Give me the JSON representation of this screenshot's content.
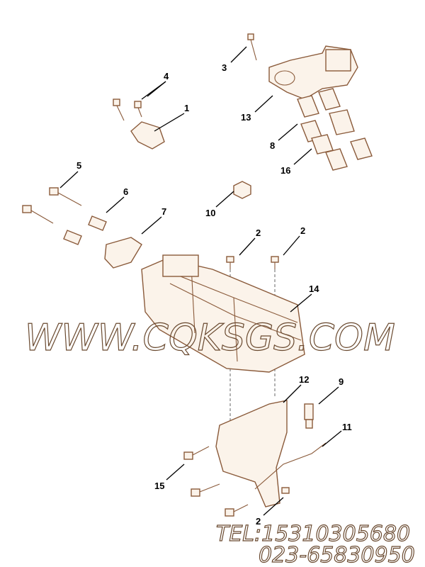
{
  "callouts": [
    {
      "label": "3"
    },
    {
      "label": "4"
    },
    {
      "label": "1"
    },
    {
      "label": "13"
    },
    {
      "label": "8"
    },
    {
      "label": "16"
    },
    {
      "label": "5"
    },
    {
      "label": "6"
    },
    {
      "label": "7"
    },
    {
      "label": "10"
    },
    {
      "label": "2"
    },
    {
      "label": "2"
    },
    {
      "label": "14"
    },
    {
      "label": "12"
    },
    {
      "label": "9"
    },
    {
      "label": "11"
    },
    {
      "label": "15"
    },
    {
      "label": "2"
    }
  ],
  "watermark": {
    "url": "WWW.CQKSGS.COM",
    "tel": "TEL:15310305680",
    "phone2": "023-65830950"
  },
  "colors": {
    "line": "#8a5a3a",
    "text": "#000000"
  }
}
